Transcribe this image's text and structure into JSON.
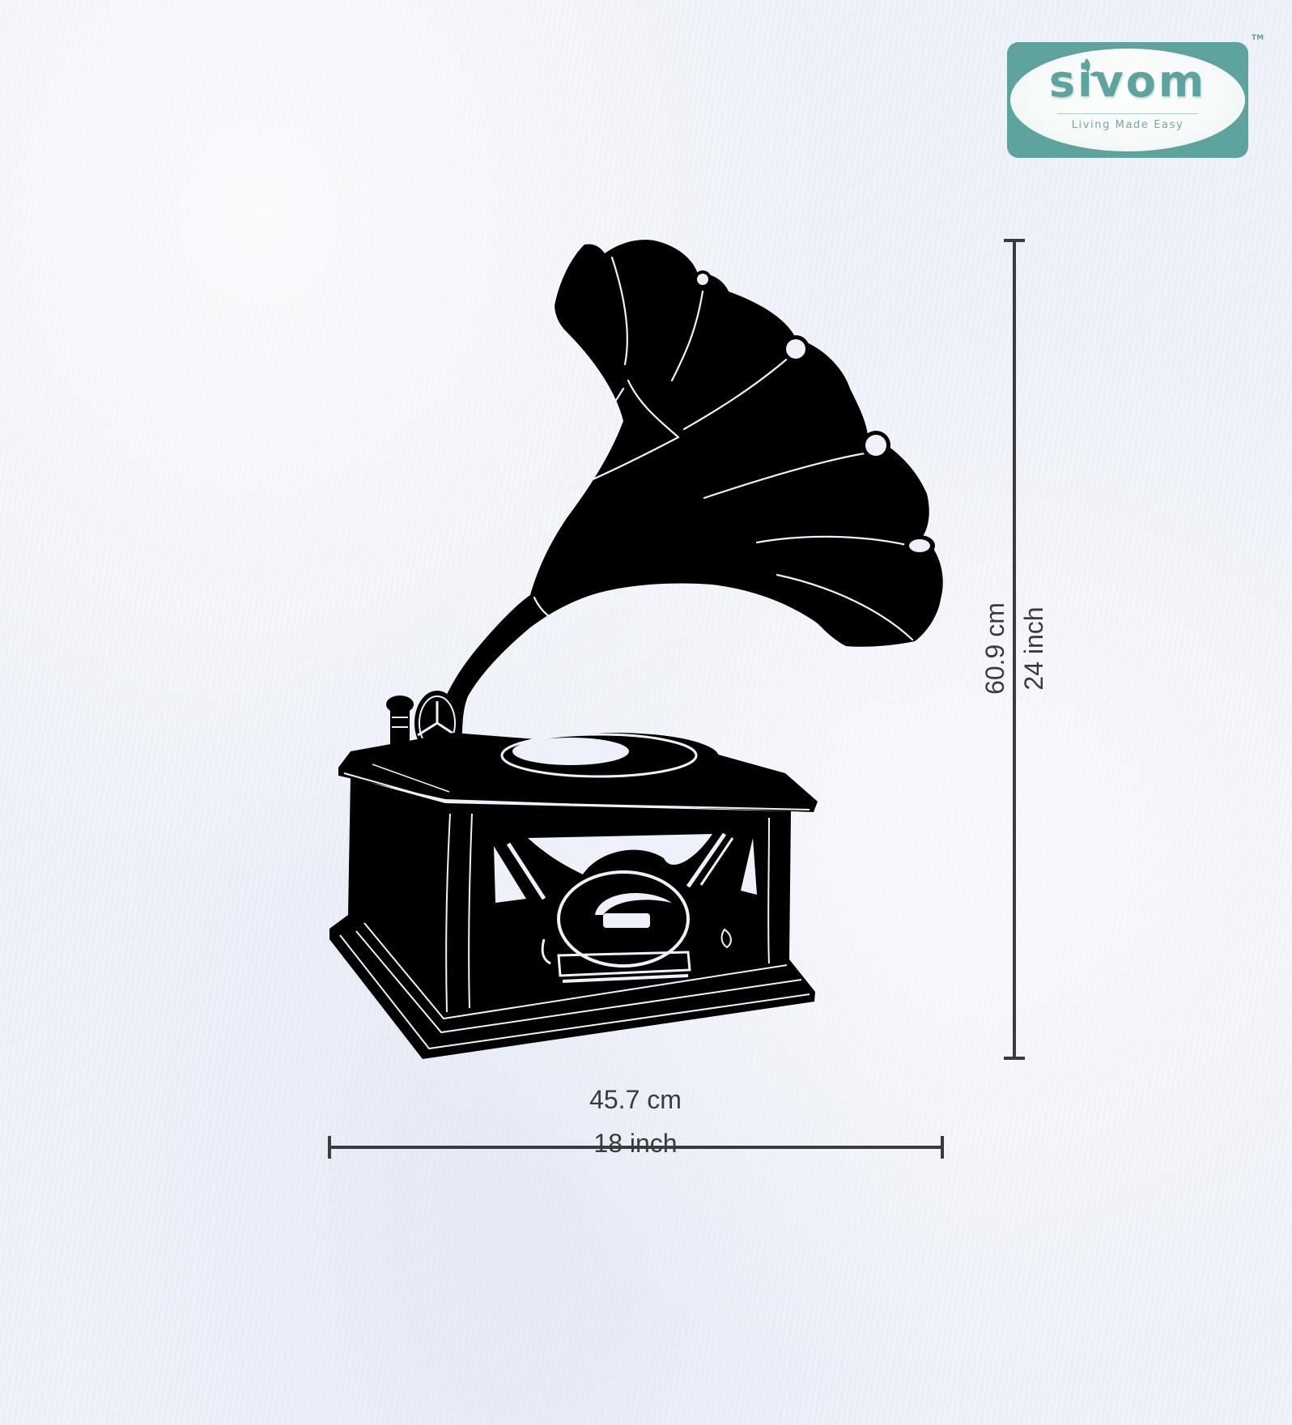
{
  "brand": {
    "name": "sivom",
    "tagline": "Living Made Easy",
    "trademark": "TM",
    "color": "#5ea39d"
  },
  "product": {
    "illustration": "gramophone-silhouette",
    "fill_color": "#000000"
  },
  "dimensions": {
    "width_cm": "45.7 cm",
    "width_inch": "18 inch",
    "height_cm": "60.9 cm",
    "height_inch": "24 inch",
    "line_color": "#3b3b3d"
  },
  "background": {
    "color": "#eef1f9",
    "texture": "white-textured-wall"
  }
}
